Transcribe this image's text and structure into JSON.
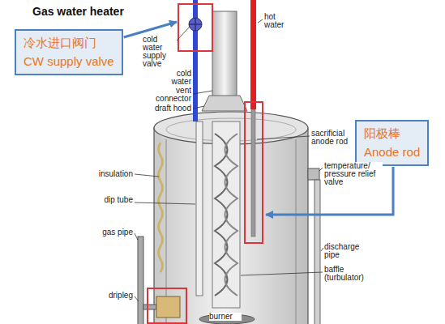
{
  "diagram": {
    "title": "Gas water heater",
    "nodes": [
      {
        "text": [
          "冷水进口阀门",
          "CW supply valve"
        ]
      },
      {
        "text": [
          "阳极棒",
          "Anode rod"
        ]
      }
    ],
    "labels": [
      "cold water supply valve",
      "cold water",
      "hot water",
      "vent connector",
      "draft hood",
      "sacrificial anode rod",
      "temperature/ pressure relief valve",
      "insulation",
      "dip tube",
      "discharge pipe",
      "gas pipe",
      "baffle (turbulator)",
      "dripleg",
      "burner"
    ]
  }
}
